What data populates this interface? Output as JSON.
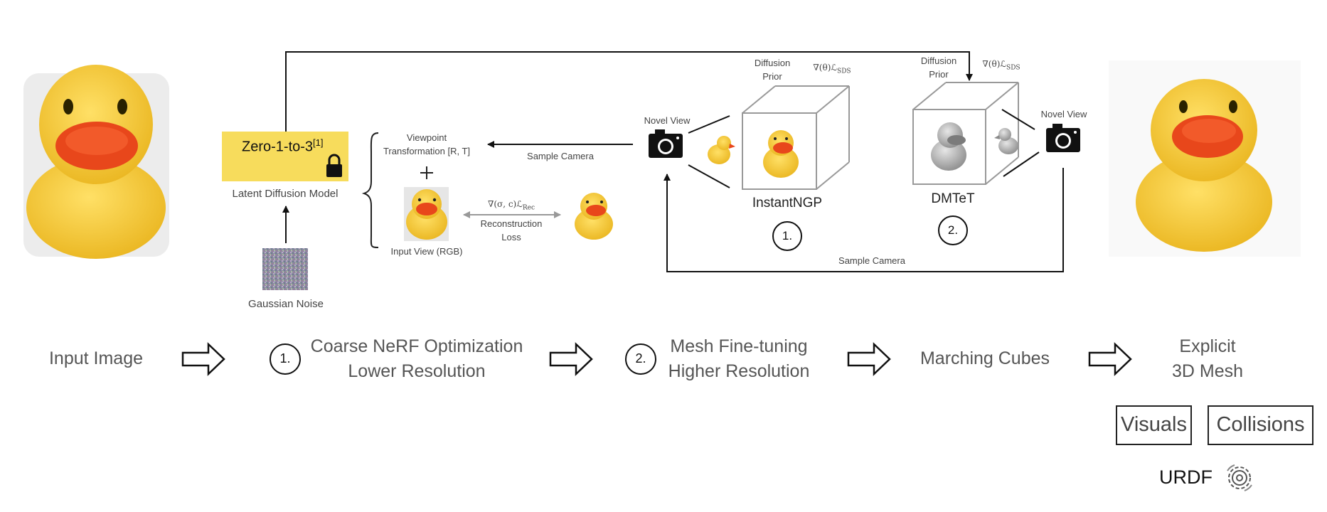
{
  "diagram": {
    "zero123": {
      "title": "Zero-1-to-3",
      "citation": "[1]",
      "subtitle": "Latent Diffusion Model",
      "fill": "#f7dc5c"
    },
    "gaussian_noise": "Gaussian Noise",
    "viewpoint": [
      "Viewpoint",
      "Transformation [R, T]"
    ],
    "plus": "+",
    "input_view": "Input View (RGB)",
    "reconstruction": {
      "gradient": "∇(σ, c)ℒ",
      "gradient_sub": "Rec",
      "label": [
        "Reconstruction",
        "Loss"
      ]
    },
    "sample_camera_top": "Sample Camera",
    "sample_camera_bottom": "Sample Camera",
    "novel_view_left": "Novel View",
    "novel_view_right": "Novel View",
    "diffusion_prior_1": [
      "Diffusion",
      "Prior"
    ],
    "diffusion_prior_2": [
      "Diffusion",
      "Prior"
    ],
    "sds_1": {
      "grad": "∇(θ)ℒ",
      "sub": "SDS"
    },
    "sds_2": {
      "grad": "∇(θ)ℒ",
      "sub": "SDS"
    },
    "instantngp": "InstantNGP",
    "dmtet": "DMTeT",
    "stage_num_1": "1.",
    "stage_num_2": "2."
  },
  "pipeline": {
    "input_image": "Input Image",
    "step1": {
      "num": "1.",
      "line1": "Coarse NeRF Optimization",
      "line2": "Lower Resolution"
    },
    "step2": {
      "num": "2.",
      "line1": "Mesh Fine-tuning",
      "line2": "Higher Resolution"
    },
    "marching_cubes": "Marching Cubes",
    "explicit_mesh": [
      "Explicit",
      "3D Mesh"
    ],
    "visuals": "Visuals",
    "collisions": "Collisions",
    "urdf": "URDF"
  },
  "icons": {
    "lock": "lock-icon",
    "camera": "camera-icon",
    "gear": "gear-icon",
    "arrow": "hollow-arrow-icon"
  },
  "colors": {
    "duck_yellow": "#f2c12e",
    "duck_beak": "#ea4a1c",
    "mesh_gray": "#a9a9a9"
  }
}
